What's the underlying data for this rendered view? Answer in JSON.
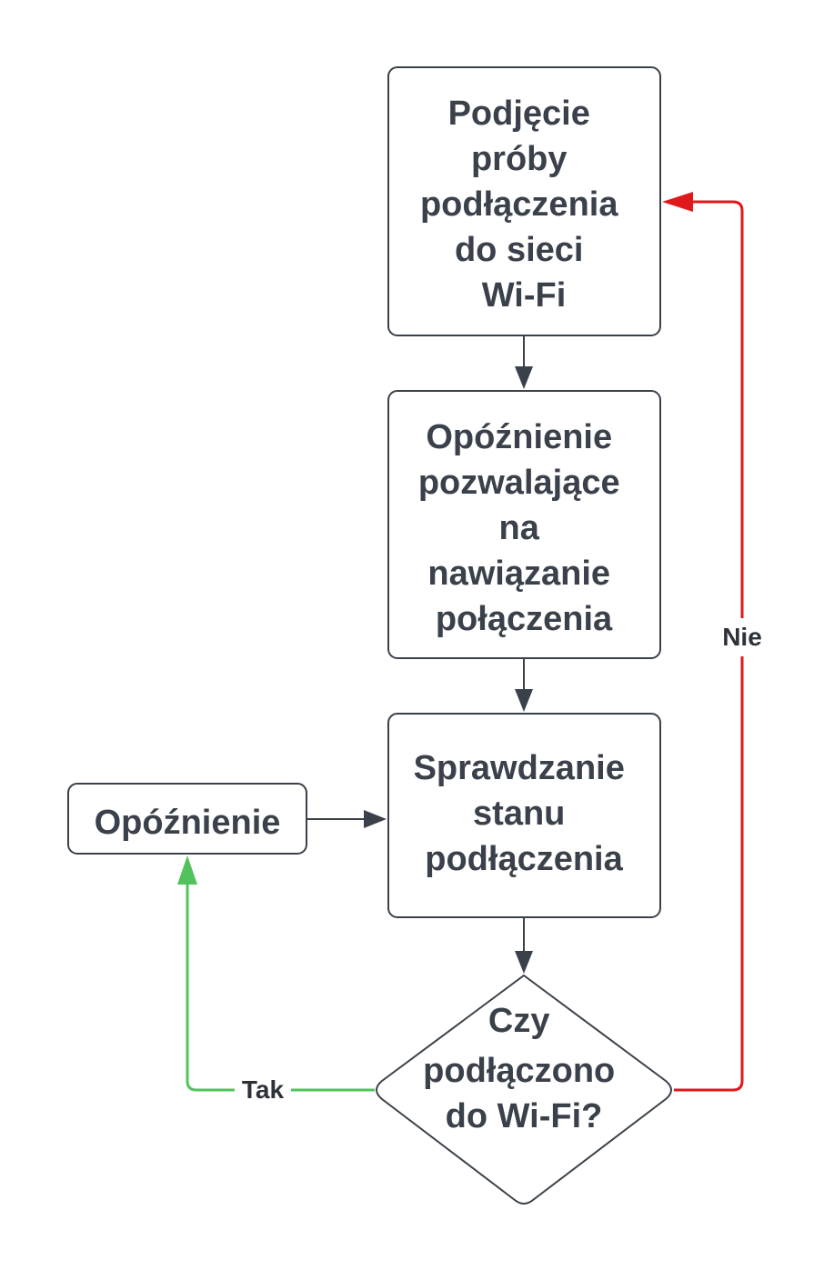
{
  "colors": {
    "node_stroke": "#3a414a",
    "node_text": "#3a414a",
    "edge_default": "#3a414a",
    "edge_yes": "#52c35c",
    "edge_no": "#e0191c"
  },
  "nodes": {
    "connect": {
      "lines": [
        "Podjęcie",
        "próby",
        "podłączenia",
        "do sieci",
        "Wi-Fi"
      ]
    },
    "delay_connect": {
      "lines": [
        "Opóźnienie",
        "pozwalające",
        "na",
        "nawiązanie",
        "połączenia"
      ]
    },
    "check": {
      "lines": [
        "Sprawdzanie",
        "stanu",
        "podłączenia"
      ]
    },
    "decision": {
      "lines": [
        "Czy",
        "podłączono",
        "do Wi-Fi?"
      ]
    },
    "delay": {
      "lines": [
        "Opóźnienie"
      ]
    }
  },
  "edges": {
    "yes_label": "Tak",
    "no_label": "Nie"
  }
}
